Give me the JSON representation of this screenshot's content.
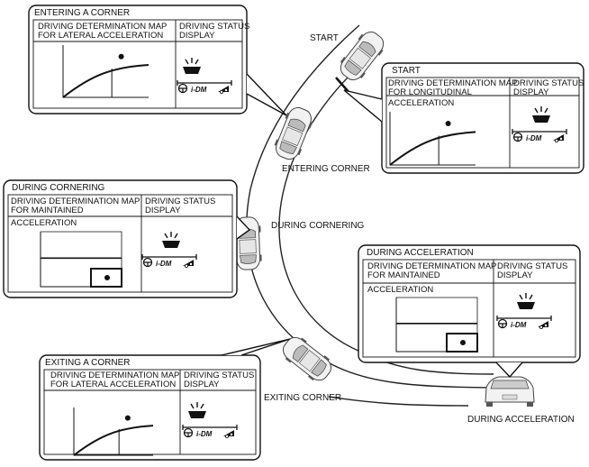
{
  "road_labels": {
    "start": "START",
    "entering_corner": "ENTERING CORNER",
    "during_cornering": "DURING CORNERING",
    "exiting_corner": "EXITING CORNER",
    "during_acceleration": "DURING ACCELERATION"
  },
  "panels": {
    "entering": {
      "title": "ENTERING A CORNER",
      "map_header": "DRIVING DETERMINATION MAP\nFOR LATERAL ACCELERATION",
      "status_header": "DRIVING STATUS\nDISPLAY",
      "axis_label": "",
      "graph": "curve",
      "status": "cornering"
    },
    "start": {
      "title": "START",
      "map_header": "DRIVING DETERMINATION MAP\nFOR LONGITUDINAL",
      "status_header": "DRIVING STATUS\nDISPLAY",
      "axis_label": "ACCELERATION",
      "graph": "curve",
      "status": "accelerating"
    },
    "cornering": {
      "title": "DURING CORNERING",
      "map_header": "DRIVING DETERMINATION MAP\nFOR MAINTAINED",
      "status_header": "DRIVING STATUS\nDISPLAY",
      "axis_label": "ACCELERATION",
      "graph": "box",
      "status": "accelerating"
    },
    "accel": {
      "title": "DURING ACCELERATION",
      "map_header": "DRIVING DETERMINATION MAP\nFOR MAINTAINED",
      "status_header": "DRIVING STATUS\nDISPLAY",
      "axis_label": "ACCELERATION",
      "graph": "box",
      "status": "accelerating"
    },
    "exiting": {
      "title": "EXITING A CORNER",
      "map_header": "DRIVING DETERMINATION MAP\nFOR LATERAL ACCELERATION",
      "status_header": "DRIVING STATUS\nDISPLAY",
      "axis_label": "",
      "graph": "curve",
      "status": "cornering"
    }
  },
  "status_display": {
    "logo_text": "i-DM"
  },
  "icons": {
    "car": "car-top-view-icon",
    "steering": "steering-wheel-icon",
    "indicator_lamp": "indicator-lamp-icon",
    "slope_car": "car-on-slope-icon"
  }
}
